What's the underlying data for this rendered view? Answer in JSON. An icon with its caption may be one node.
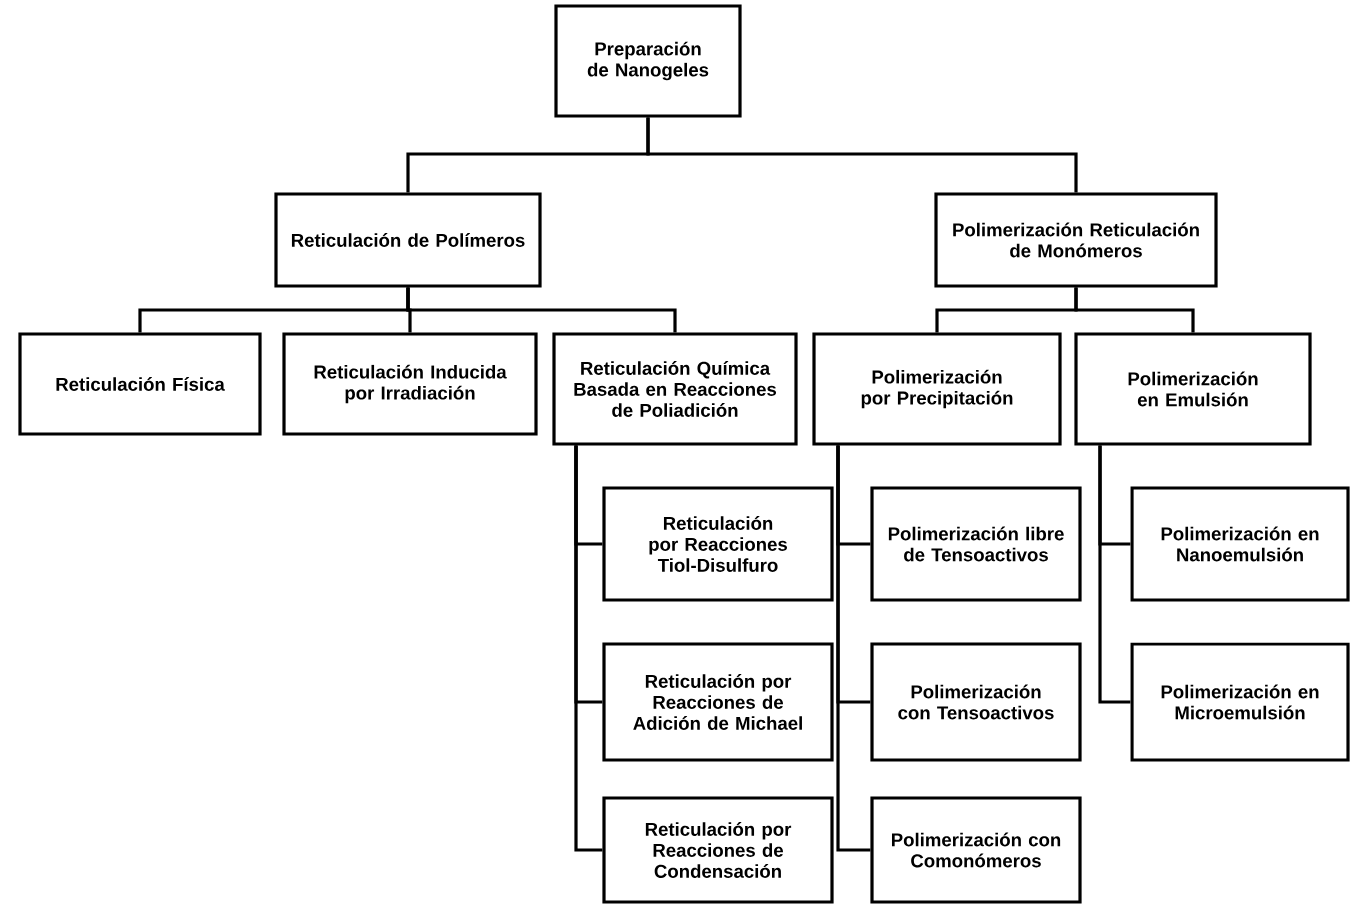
{
  "diagram": {
    "nodes": [
      {
        "text": [
          "Preparación de Nanogeles"
        ]
      },
      {
        "text": [
          "Reticulación de Polímeros"
        ]
      },
      {
        "text": [
          "Polimerización Reticulación de Monómeros"
        ]
      },
      {
        "text": [
          "Reticulación Física"
        ]
      },
      {
        "text": [
          "Reticulación Inducida por Irradiación"
        ]
      },
      {
        "text": [
          "Reticulación Química Basada en Reacciones de Poliadición"
        ]
      },
      {
        "text": [
          "Polimerización por Precipitación"
        ]
      },
      {
        "text": [
          "Polimerización en Emulsión"
        ]
      },
      {
        "text": [
          "Reticulación por Reacciones Tiol-Disulfuro"
        ]
      },
      {
        "text": [
          "Reticulación por Reacciones de Adición de Michael"
        ]
      },
      {
        "text": [
          "Reticulación por Reacciones de Condensación"
        ]
      },
      {
        "text": [
          "Polimerización libre de Tensoactivos"
        ]
      },
      {
        "text": [
          "Polimerización con Tensoactivos"
        ]
      },
      {
        "text": [
          "Polimerización con Comonómeros"
        ]
      },
      {
        "text": [
          "Polimerización en Nanoemulsión"
        ]
      },
      {
        "text": [
          "Polimerización en Microemulsión"
        ]
      }
    ],
    "edges": [
      {
        "from": 0,
        "to": 1,
        "arrow": "none"
      },
      {
        "from": 0,
        "to": 2,
        "arrow": "none"
      },
      {
        "from": 1,
        "to": 3,
        "arrow": "none"
      },
      {
        "from": 1,
        "to": 4,
        "arrow": "none"
      },
      {
        "from": 1,
        "to": 5,
        "arrow": "none"
      },
      {
        "from": 2,
        "to": 6,
        "arrow": "none"
      },
      {
        "from": 2,
        "to": 7,
        "arrow": "none"
      },
      {
        "from": 5,
        "to": 8,
        "arrow": "none"
      },
      {
        "from": 5,
        "to": 9,
        "arrow": "none"
      },
      {
        "from": 5,
        "to": 10,
        "arrow": "none"
      },
      {
        "from": 6,
        "to": 11,
        "arrow": "none"
      },
      {
        "from": 6,
        "to": 12,
        "arrow": "none"
      },
      {
        "from": 6,
        "to": 13,
        "arrow": "none"
      },
      {
        "from": 7,
        "to": 14,
        "arrow": "none"
      },
      {
        "from": 7,
        "to": 15,
        "arrow": "none"
      }
    ]
  }
}
